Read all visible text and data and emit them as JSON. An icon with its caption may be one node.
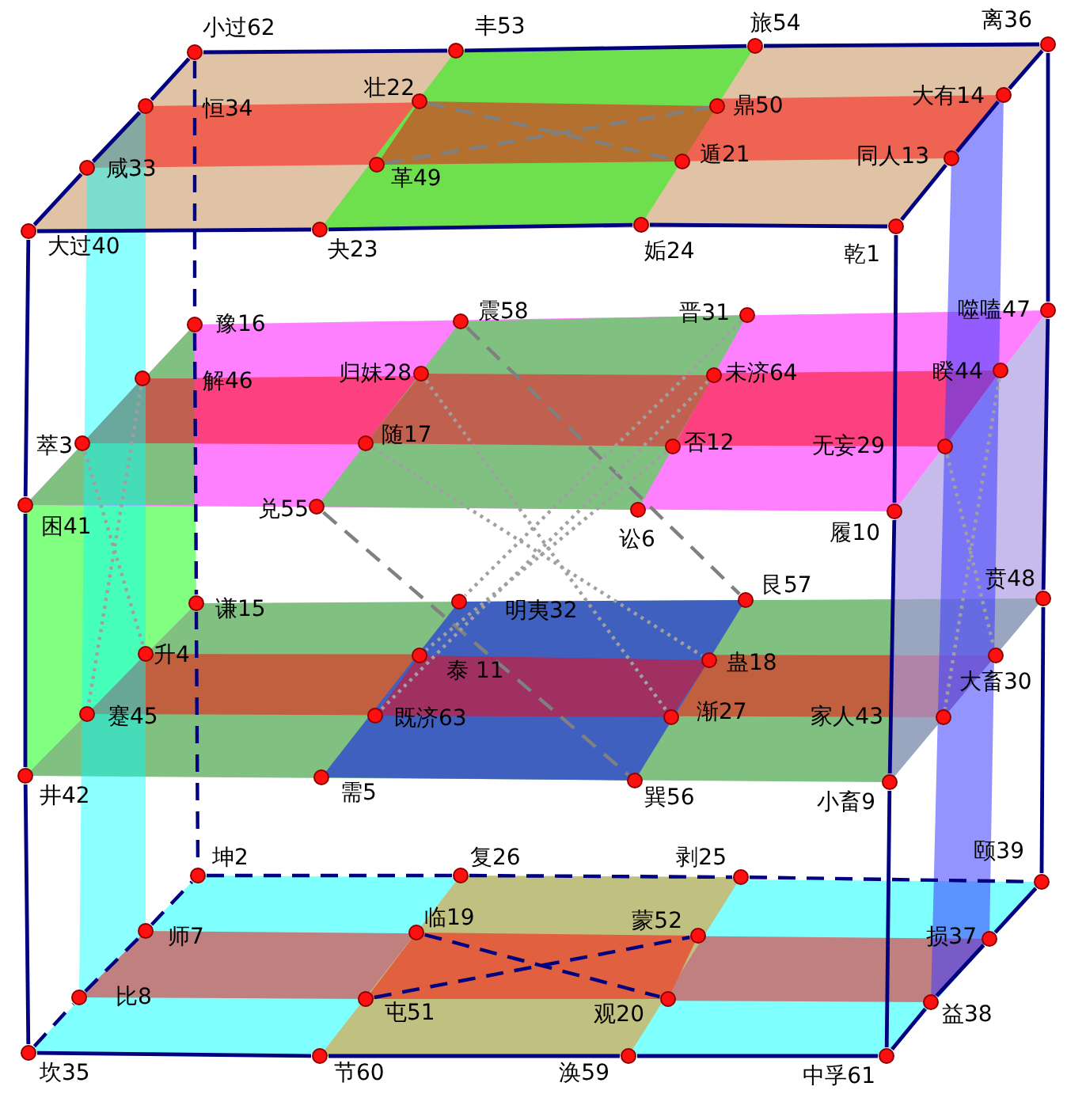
{
  "diagram": {
    "nodes": [
      {
        "text": [],
        "shape": "circle",
        "beside": [
          "小过62"
        ]
      },
      {
        "text": [],
        "shape": "circle",
        "beside": [
          "丰53"
        ]
      },
      {
        "text": [],
        "shape": "circle",
        "beside": [
          "旅54"
        ]
      },
      {
        "text": [],
        "shape": "circle",
        "beside": [
          "离36"
        ]
      },
      {
        "text": [],
        "shape": "circle",
        "beside": [
          "恒34"
        ]
      },
      {
        "text": [],
        "shape": "circle",
        "beside": [
          "壮22"
        ]
      },
      {
        "text": [],
        "shape": "circle",
        "beside": [
          "鼎50"
        ]
      },
      {
        "text": [],
        "shape": "circle",
        "beside": [
          "大有14"
        ]
      },
      {
        "text": [],
        "shape": "circle",
        "beside": [
          "咸33"
        ]
      },
      {
        "text": [],
        "shape": "circle",
        "beside": [
          "革49"
        ]
      },
      {
        "text": [],
        "shape": "circle",
        "beside": [
          "遁21"
        ]
      },
      {
        "text": [],
        "shape": "circle",
        "beside": [
          "同人13"
        ]
      },
      {
        "text": [],
        "shape": "circle",
        "beside": [
          "大过40"
        ]
      },
      {
        "text": [],
        "shape": "circle",
        "beside": [
          "夬23"
        ]
      },
      {
        "text": [],
        "shape": "circle",
        "beside": [
          "姤24"
        ]
      },
      {
        "text": [],
        "shape": "circle",
        "beside": [
          "乾1"
        ]
      },
      {
        "text": [],
        "shape": "circle",
        "beside": [
          "豫16"
        ]
      },
      {
        "text": [],
        "shape": "circle",
        "beside": [
          "震58"
        ]
      },
      {
        "text": [],
        "shape": "circle",
        "beside": [
          "晋31"
        ]
      },
      {
        "text": [],
        "shape": "circle",
        "beside": [
          "噬嗑47"
        ]
      },
      {
        "text": [],
        "shape": "circle",
        "beside": [
          "解46"
        ]
      },
      {
        "text": [],
        "shape": "circle",
        "beside": [
          "归妹28"
        ]
      },
      {
        "text": [],
        "shape": "circle",
        "beside": [
          "未济64"
        ]
      },
      {
        "text": [],
        "shape": "circle",
        "beside": [
          "睽44"
        ]
      },
      {
        "text": [],
        "shape": "circle",
        "beside": [
          "萃3"
        ]
      },
      {
        "text": [],
        "shape": "circle",
        "beside": [
          "随17"
        ]
      },
      {
        "text": [],
        "shape": "circle",
        "beside": [
          "否12"
        ]
      },
      {
        "text": [],
        "shape": "circle",
        "beside": [
          "无妄29"
        ]
      },
      {
        "text": [],
        "shape": "circle",
        "beside": [
          "困41"
        ]
      },
      {
        "text": [],
        "shape": "circle",
        "beside": [
          "兑55"
        ]
      },
      {
        "text": [],
        "shape": "circle",
        "beside": [
          "讼6"
        ]
      },
      {
        "text": [],
        "shape": "circle",
        "beside": [
          "履10"
        ]
      },
      {
        "text": [],
        "shape": "circle",
        "beside": [
          "谦15"
        ]
      },
      {
        "text": [],
        "shape": "circle",
        "beside": [
          "明夷32"
        ]
      },
      {
        "text": [],
        "shape": "circle",
        "beside": [
          "艮57"
        ]
      },
      {
        "text": [],
        "shape": "circle",
        "beside": [
          "贲48"
        ]
      },
      {
        "text": [],
        "shape": "circle",
        "beside": [
          "升4"
        ]
      },
      {
        "text": [],
        "shape": "circle",
        "beside": [
          "泰 11"
        ]
      },
      {
        "text": [],
        "shape": "circle",
        "beside": [
          "蛊18"
        ]
      },
      {
        "text": [],
        "shape": "circle",
        "beside": [
          "大畜30"
        ]
      },
      {
        "text": [],
        "shape": "circle",
        "beside": [
          "蹇45"
        ]
      },
      {
        "text": [],
        "shape": "circle",
        "beside": [
          "既济63"
        ]
      },
      {
        "text": [],
        "shape": "circle",
        "beside": [
          "渐27"
        ]
      },
      {
        "text": [],
        "shape": "circle",
        "beside": [
          "家人43"
        ]
      },
      {
        "text": [],
        "shape": "circle",
        "beside": [
          "井42"
        ]
      },
      {
        "text": [],
        "shape": "circle",
        "beside": [
          "需5"
        ]
      },
      {
        "text": [],
        "shape": "circle",
        "beside": [
          "巽56"
        ]
      },
      {
        "text": [],
        "shape": "circle",
        "beside": [
          "小畜9"
        ]
      },
      {
        "text": [],
        "shape": "circle",
        "beside": [
          "坤2"
        ]
      },
      {
        "text": [],
        "shape": "circle",
        "beside": [
          "复26"
        ]
      },
      {
        "text": [],
        "shape": "circle",
        "beside": [
          "剥25"
        ]
      },
      {
        "text": [],
        "shape": "circle",
        "beside": [
          "颐39"
        ]
      },
      {
        "text": [],
        "shape": "circle",
        "beside": [
          "师7"
        ]
      },
      {
        "text": [],
        "shape": "circle",
        "beside": [
          "临19"
        ]
      },
      {
        "text": [],
        "shape": "circle",
        "beside": [
          "蒙52"
        ]
      },
      {
        "text": [],
        "shape": "circle",
        "beside": [
          "损37"
        ]
      },
      {
        "text": [],
        "shape": "circle",
        "beside": [
          "比8"
        ]
      },
      {
        "text": [],
        "shape": "circle",
        "beside": [
          "屯51"
        ]
      },
      {
        "text": [],
        "shape": "circle",
        "beside": [
          "观20"
        ]
      },
      {
        "text": [],
        "shape": "circle",
        "beside": [
          "益38"
        ]
      },
      {
        "text": [],
        "shape": "circle",
        "beside": [
          "坎35"
        ]
      },
      {
        "text": [],
        "shape": "circle",
        "beside": [
          "节60"
        ]
      },
      {
        "text": [],
        "shape": "circle",
        "beside": [
          "涣59"
        ]
      },
      {
        "text": [],
        "shape": "circle",
        "beside": [
          "中孚61"
        ]
      }
    ],
    "edges": [
      {
        "from": 12,
        "to": 13,
        "arrow": "none"
      },
      {
        "from": 13,
        "to": 14,
        "arrow": "none"
      },
      {
        "from": 14,
        "to": 15,
        "arrow": "none"
      },
      {
        "from": 0,
        "to": 1,
        "arrow": "none"
      },
      {
        "from": 1,
        "to": 2,
        "arrow": "none"
      },
      {
        "from": 2,
        "to": 3,
        "arrow": "none"
      },
      {
        "from": 12,
        "to": 8,
        "arrow": "none"
      },
      {
        "from": 8,
        "to": 4,
        "arrow": "none"
      },
      {
        "from": 4,
        "to": 0,
        "arrow": "none"
      },
      {
        "from": 15,
        "to": 11,
        "arrow": "none"
      },
      {
        "from": 11,
        "to": 7,
        "arrow": "none"
      },
      {
        "from": 7,
        "to": 3,
        "arrow": "none"
      },
      {
        "from": 12,
        "to": 28,
        "arrow": "none"
      },
      {
        "from": 28,
        "to": 44,
        "arrow": "none"
      },
      {
        "from": 44,
        "to": 60,
        "arrow": "none"
      },
      {
        "from": 15,
        "to": 31,
        "arrow": "none"
      },
      {
        "from": 31,
        "to": 47,
        "arrow": "none"
      },
      {
        "from": 47,
        "to": 63,
        "arrow": "none"
      },
      {
        "from": 3,
        "to": 19,
        "arrow": "none"
      },
      {
        "from": 19,
        "to": 35,
        "arrow": "none"
      },
      {
        "from": 35,
        "to": 51,
        "arrow": "none"
      },
      {
        "from": 0,
        "to": 16,
        "arrow": "none",
        "style": "dashed"
      },
      {
        "from": 16,
        "to": 32,
        "arrow": "none",
        "style": "dashed"
      },
      {
        "from": 32,
        "to": 48,
        "arrow": "none",
        "style": "dashed"
      },
      {
        "from": 60,
        "to": 61,
        "arrow": "none"
      },
      {
        "from": 61,
        "to": 62,
        "arrow": "none"
      },
      {
        "from": 62,
        "to": 63,
        "arrow": "none"
      },
      {
        "from": 48,
        "to": 49,
        "arrow": "none",
        "style": "dashed"
      },
      {
        "from": 49,
        "to": 50,
        "arrow": "none",
        "style": "dashed"
      },
      {
        "from": 50,
        "to": 51,
        "arrow": "none",
        "style": "dashed"
      },
      {
        "from": 60,
        "to": 56,
        "arrow": "none",
        "style": "dashed"
      },
      {
        "from": 56,
        "to": 52,
        "arrow": "none",
        "style": "dashed"
      },
      {
        "from": 52,
        "to": 48,
        "arrow": "none",
        "style": "dashed"
      },
      {
        "from": 63,
        "to": 59,
        "arrow": "none"
      },
      {
        "from": 59,
        "to": 55,
        "arrow": "none"
      },
      {
        "from": 55,
        "to": 51,
        "arrow": "none"
      },
      {
        "from": 5,
        "to": 10,
        "arrow": "none",
        "style": "dashed",
        "color": "#808080"
      },
      {
        "from": 9,
        "to": 6,
        "arrow": "none",
        "style": "dashed",
        "color": "#808080"
      },
      {
        "from": 17,
        "to": 34,
        "arrow": "none",
        "style": "dashed",
        "color": "#808080"
      },
      {
        "from": 29,
        "to": 46,
        "arrow": "none",
        "style": "dashed",
        "color": "#808080"
      },
      {
        "from": 53,
        "to": 58,
        "arrow": "none",
        "style": "dashed"
      },
      {
        "from": 57,
        "to": 54,
        "arrow": "none",
        "style": "dashed"
      },
      {
        "from": 24,
        "to": 36,
        "arrow": "none",
        "style": "dashed",
        "color": "#a0a0a0"
      },
      {
        "from": 20,
        "to": 40,
        "arrow": "none",
        "style": "dashed",
        "color": "#a0a0a0"
      },
      {
        "from": 27,
        "to": 39,
        "arrow": "none",
        "style": "dashed",
        "color": "#a0a0a0"
      },
      {
        "from": 23,
        "to": 43,
        "arrow": "none",
        "style": "dashed",
        "color": "#a0a0a0"
      },
      {
        "from": 21,
        "to": 42,
        "arrow": "none",
        "style": "dashed",
        "color": "#a0a0a0"
      },
      {
        "from": 25,
        "to": 38,
        "arrow": "none",
        "style": "dashed",
        "color": "#a0a0a0"
      },
      {
        "from": 18,
        "to": 33,
        "arrow": "none",
        "style": "dashed",
        "color": "#a0a0a0"
      },
      {
        "from": 22,
        "to": 41,
        "arrow": "none",
        "style": "dashed",
        "color": "#a0a0a0"
      },
      {
        "from": 26,
        "to": 37,
        "arrow": "none",
        "style": "dashed",
        "color": "#a0a0a0"
      }
    ]
  }
}
